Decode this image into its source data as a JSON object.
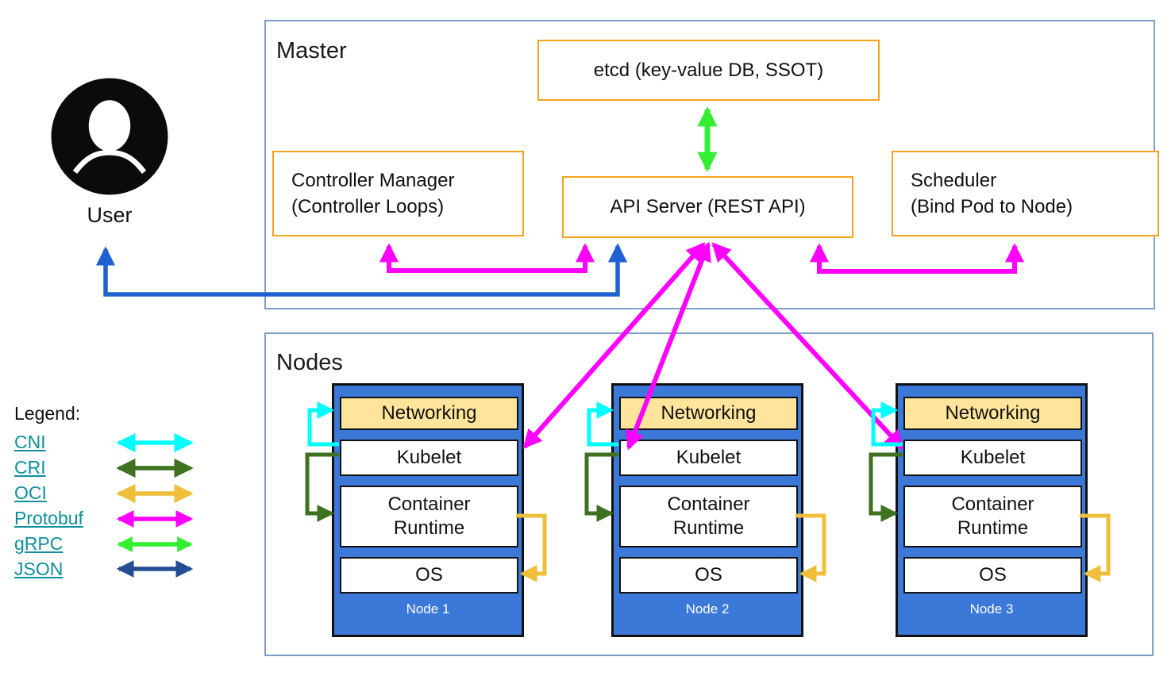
{
  "colors": {
    "frame": "#7C9FC9",
    "orange": "#F5A31B",
    "nodefill": "#3C78D8",
    "netfill": "#FFE59B",
    "link": "#0F8F9D",
    "userline": "#2061D2",
    "cni": "#00FFFF",
    "cri": "#3E7220",
    "oci": "#EFBF3B",
    "protobuf": "#FF00FF",
    "grpc": "#33EE33",
    "json": "#234E94"
  },
  "user": {
    "label": "User"
  },
  "master": {
    "title": "Master",
    "etcd_label": "etcd (key-value DB, SSOT)",
    "controller_manager": {
      "line1": "Controller Manager",
      "line2": "(Controller Loops)"
    },
    "api_server_label": "API Server (REST API)",
    "scheduler": {
      "line1": "Scheduler",
      "line2": "(Bind Pod to Node)"
    }
  },
  "nodes_section": {
    "title": "Nodes",
    "layers": {
      "networking": "Networking",
      "kubelet": "Kubelet",
      "container_runtime": "Container Runtime",
      "os": "OS"
    },
    "nodes": [
      {
        "label": "Node 1"
      },
      {
        "label": "Node 2"
      },
      {
        "label": "Node 3"
      }
    ]
  },
  "legend": {
    "title": "Legend:",
    "items": [
      {
        "label": "CNI",
        "color": "#00FFFF"
      },
      {
        "label": "CRI",
        "color": "#3E7220"
      },
      {
        "label": "OCI",
        "color": "#EFBF3B"
      },
      {
        "label": "Protobuf",
        "color": "#FF00FF"
      },
      {
        "label": "gRPC",
        "color": "#33EE33"
      },
      {
        "label": "JSON",
        "color": "#234E94"
      }
    ]
  }
}
